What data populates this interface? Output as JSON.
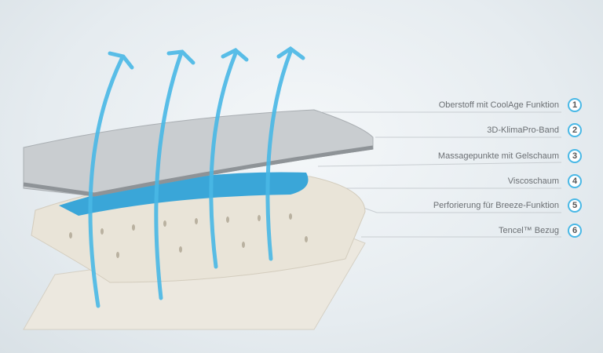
{
  "layers": [
    {
      "number": "1",
      "label": "Oberstoff mit CoolAge Funktion"
    },
    {
      "number": "2",
      "label": "3D-KlimaPro-Band"
    },
    {
      "number": "3",
      "label": "Massagepunkte mit Gelschaum"
    },
    {
      "number": "4",
      "label": "Viscoschaum"
    },
    {
      "number": "5",
      "label": "Perforierung für Breeze-Funktion"
    },
    {
      "number": "6",
      "label": "Tencel™ Bezug"
    }
  ],
  "colors": {
    "accent": "#49b8e6",
    "gel": "#3aa6d8",
    "foam": "#e9e4d8",
    "fabric": "#c9cdd0"
  }
}
